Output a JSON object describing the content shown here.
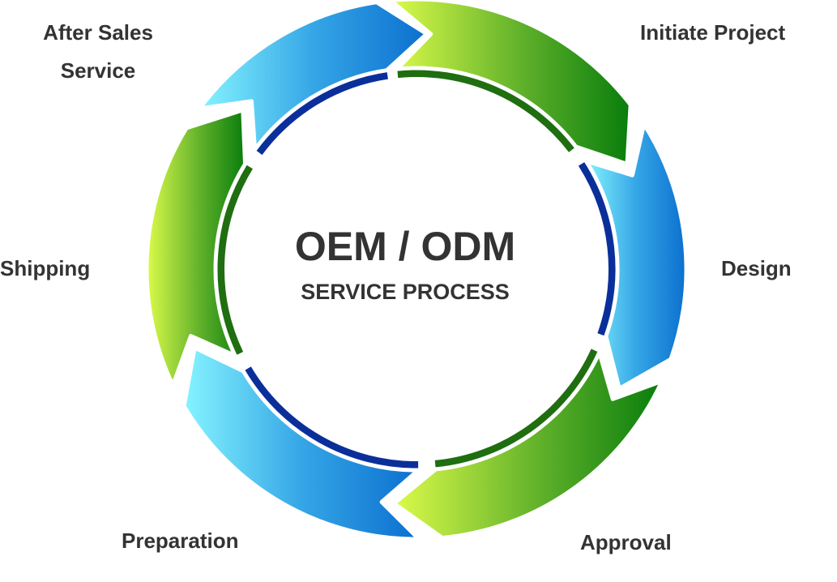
{
  "diagram": {
    "center_title": "OEM / ODM",
    "center_subtitle": "SERVICE PROCESS",
    "steps": [
      {
        "label": "Initiate Project",
        "color": "green"
      },
      {
        "label": "Design",
        "color": "blue"
      },
      {
        "label": "Approval",
        "color": "green"
      },
      {
        "label": "Preparation",
        "color": "blue"
      },
      {
        "label": "Shipping",
        "color": "green"
      },
      {
        "label": "After Sales Service",
        "label_line1": "After Sales",
        "label_line2": "Service",
        "color": "blue"
      }
    ]
  },
  "colors": {
    "green_light": "#dcfb4a",
    "green_dark": "#087d0c",
    "blue_light": "#86f4ff",
    "blue_dark": "#0b6fcf",
    "inner_ring_blue": "#0b2f9a",
    "inner_ring_green": "#1f6e10",
    "text": "#333333"
  }
}
